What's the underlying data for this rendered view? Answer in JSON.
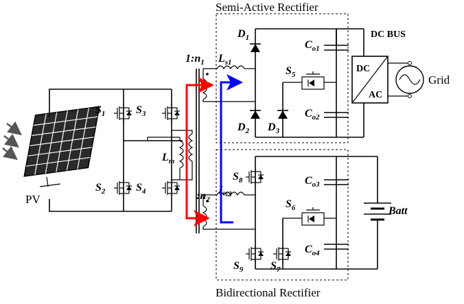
{
  "titles": {
    "top": "Semi-Active Rectifier",
    "bottom": "Bidirectional Rectifier"
  },
  "labels": {
    "pv": "PV",
    "dc_bus": "DC BUS",
    "grid": "Grid",
    "batt": "Batt",
    "dc": "DC",
    "ac": "AC",
    "turns_ratio_primary": "1:",
    "n1": "n",
    "n1_sub": "1",
    "n2": ":n",
    "n2_sub": "2",
    "lm": "L",
    "lm_sub": "m",
    "ls1": "L",
    "ls1_sub": "s1",
    "ls2": "L",
    "ls2_sub": "s2",
    "s1": "S",
    "s1_sub": "1",
    "s2": "S",
    "s2_sub": "2",
    "s3": "S",
    "s3_sub": "3",
    "s4": "S",
    "s4_sub": "4",
    "s5": "S",
    "s5_sub": "5",
    "s6": "S",
    "s6_sub": "6",
    "s7": "S",
    "s7_sub": "7",
    "s8": "S",
    "s8_sub": "8",
    "s9": "S",
    "s9_sub": "9",
    "d1": "D",
    "d1_sub": "1",
    "d2": "D",
    "d2_sub": "2",
    "d3": "D",
    "d3_sub": "3",
    "co1": "C",
    "co1_sub": "o1",
    "co2": "C",
    "co2_sub": "o2",
    "co3": "C",
    "co3_sub": "o3",
    "co4": "C",
    "co4_sub": "o4"
  },
  "colors": {
    "wire": "#000000",
    "power_flow_red": "#ff0000",
    "power_flow_blue": "#0000ff",
    "panel": "#2a2a2a"
  }
}
